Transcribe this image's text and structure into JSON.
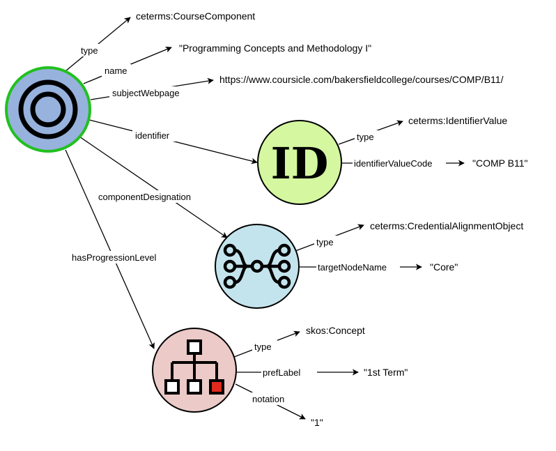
{
  "nodes": {
    "course_component": {
      "icon": "concentric-circles-icon",
      "fill": "#97b2dd",
      "stroke": "#22c01f"
    },
    "identifier": {
      "icon": "id-icon",
      "icon_text": "ID",
      "fill": "#d4f7a0"
    },
    "component_designation": {
      "icon": "branching-nodes-icon",
      "fill": "#c4e4ed"
    },
    "progression_level": {
      "icon": "hierarchy-icon",
      "fill": "#ebcac7",
      "highlight": "#e32a1f"
    }
  },
  "edges": {
    "type": "type",
    "name": "name",
    "subject_webpage": "subjectWebpage",
    "identifier": "identifier",
    "component_designation": "componentDesignation",
    "has_progression_level": "hasProgressionLevel",
    "identifier_type": "type",
    "identifier_value_code": "identifierValueCode",
    "designation_type": "type",
    "target_node_name": "targetNodeName",
    "level_type": "type",
    "pref_label": "prefLabel",
    "notation": "notation"
  },
  "values": {
    "course_component_type": "ceterms:CourseComponent",
    "name": "\"Programming Concepts and Methodology I\"",
    "subject_webpage": "https://www.coursicle.com/bakersfieldcollege/courses/COMP/B11/",
    "identifier_type": "ceterms:IdentifierValue",
    "identifier_value_code": "\"COMP B11\"",
    "designation_type": "ceterms:CredentialAlignmentObject",
    "target_node_name": "\"Core\"",
    "level_type": "skos:Concept",
    "pref_label": "\"1st Term\"",
    "notation": "\"1\""
  }
}
